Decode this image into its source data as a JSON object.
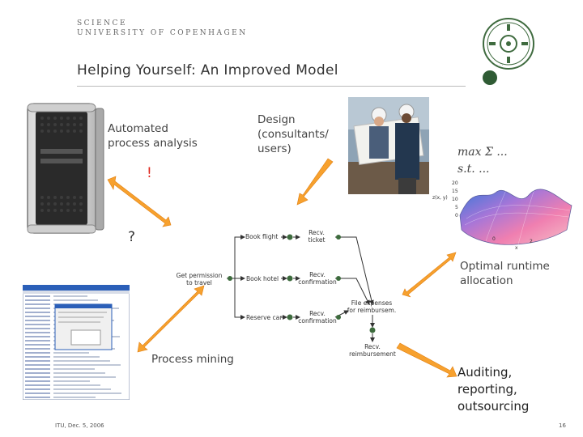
{
  "header": {
    "line1": "SCIENCE",
    "line2": "UNIVERSITY OF COPENHAGEN"
  },
  "title": "Helping Yourself: An Improved Model",
  "labels": {
    "automated": "Automated\nprocess analysis",
    "design": "Design\n(consultants/\nusers)",
    "formula_line1": "max Σ ...",
    "formula_line2": "s.t. ...",
    "exclamation": "!",
    "question": "?",
    "optimal": "Optimal runtime\nallocation",
    "process_mining": "Process mining",
    "auditing": "Auditing,\nreporting,\noutsourcing"
  },
  "process": {
    "get_permission": "Get permission\nto travel",
    "book_flight": "Book flight",
    "recv_ticket": "Recv.\nticket",
    "book_hotel": "Book hotel",
    "recv_confirmation_1": "Recv.\nconfirmation",
    "reserve_car": "Reserve car",
    "recv_confirmation_2": "Recv.\nconfirmation",
    "file_expenses": "File expenses\nfor reimbursem.",
    "recv_reimbursement": "Recv.\nreimbursement"
  },
  "footer": {
    "left": "ITU, Dec. 5, 2006",
    "page": "16"
  },
  "colors": {
    "arrow": "#f7a12e",
    "arrow_stroke": "#e07f10",
    "seal_dark": "#3f6b3f",
    "node_green": "#3d6b3d"
  }
}
